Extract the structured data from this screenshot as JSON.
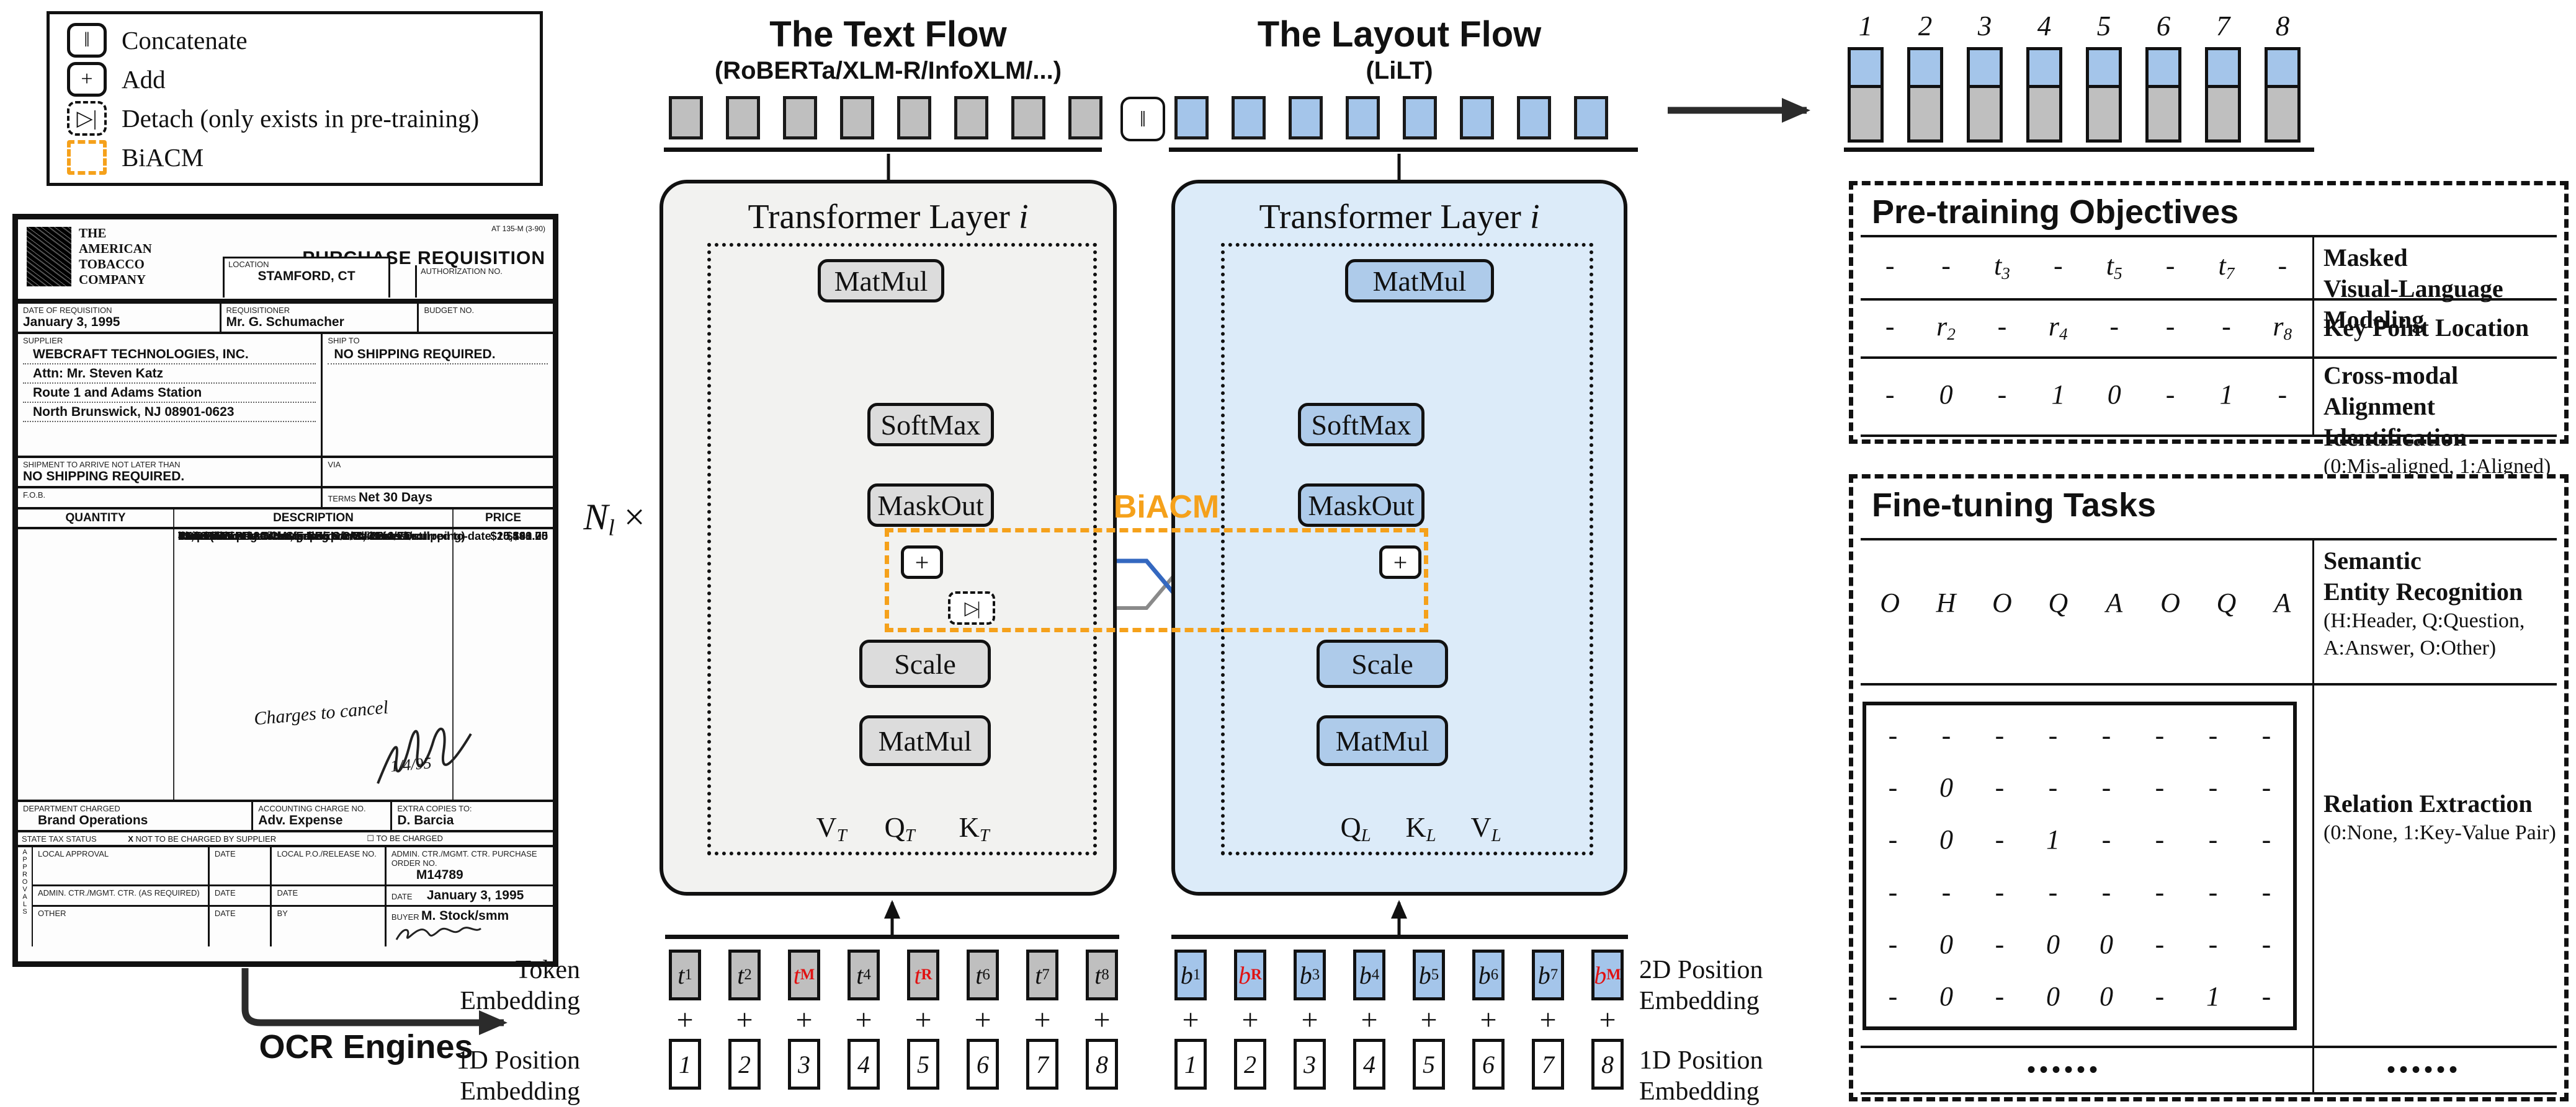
{
  "colors": {
    "orange_accent": "#f5a11b",
    "blue_line": "#3468c0",
    "gray_line": "#8a8a8a",
    "text_flow_bg": "#f2f2f0",
    "layout_flow_bg": "#dcebf9",
    "block_gray": "#dcdcdc",
    "block_blue": "#aecbea",
    "bar_gray": "#bfbfbf",
    "bar_blue": "#a4c5ea",
    "masked_red": "#e01212"
  },
  "legend": {
    "items": [
      {
        "icon": "concatenate-icon",
        "glyph": "‖",
        "label": "Concatenate"
      },
      {
        "icon": "add-icon",
        "glyph": "+",
        "label": "Add"
      },
      {
        "icon": "detach-icon",
        "glyph": "▷|",
        "label": "Detach (only exists in pre-training)"
      },
      {
        "icon": "biacm-icon",
        "glyph": "",
        "label": "BiACM"
      }
    ]
  },
  "flows": {
    "text": {
      "title": "The Text Flow",
      "subtitle": "(RoBERTa/XLM-R/InfoXLM/...)",
      "layer_label": "Transformer Layer ",
      "layer_index": "i",
      "blocks": {
        "matmul_top": "MatMul",
        "softmax": "SoftMax",
        "maskout": "MaskOut",
        "add": "+",
        "detach": "▷|",
        "scale": "Scale",
        "matmul_bottom": "MatMul"
      },
      "inputs": [
        {
          "b": "V",
          "s": "T"
        },
        {
          "b": "Q",
          "s": "T"
        },
        {
          "b": "K",
          "s": "T"
        }
      ]
    },
    "layout": {
      "title": "The Layout Flow",
      "subtitle": "(LiLT)",
      "layer_label": "Transformer Layer ",
      "layer_index": "i",
      "blocks": {
        "matmul_top": "MatMul",
        "softmax": "SoftMax",
        "maskout": "MaskOut",
        "add": "+",
        "scale": "Scale",
        "matmul_bottom": "MatMul"
      },
      "inputs": [
        {
          "b": "Q",
          "s": "L"
        },
        {
          "b": "K",
          "s": "L"
        },
        {
          "b": "V",
          "s": "L"
        }
      ]
    },
    "multiplier": {
      "base": "N",
      "sub": "l",
      "times": " ×"
    },
    "biacm_label": "BiACM",
    "concat_symbol": "‖"
  },
  "embeddings": {
    "plus": "+",
    "labels": {
      "token": [
        "Token",
        "Embedding"
      ],
      "pos1d_left": [
        "1D Position",
        "Embedding"
      ],
      "pos2d": [
        "2D Position",
        "Embedding"
      ],
      "pos1d_right": [
        "1D Position",
        "Embedding"
      ]
    },
    "text_tokens": [
      {
        "b": "t",
        "s": "1"
      },
      {
        "b": "t",
        "s": "2"
      },
      {
        "b": "t",
        "s": "M",
        "c": "red"
      },
      {
        "b": "t",
        "s": "4"
      },
      {
        "b": "t",
        "s": "R",
        "c": "red"
      },
      {
        "b": "t",
        "s": "6"
      },
      {
        "b": "t",
        "s": "7"
      },
      {
        "b": "t",
        "s": "8"
      }
    ],
    "layout_tokens": [
      {
        "b": "b",
        "s": "1"
      },
      {
        "b": "b",
        "s": "R",
        "c": "red"
      },
      {
        "b": "b",
        "s": "3"
      },
      {
        "b": "b",
        "s": "4"
      },
      {
        "b": "b",
        "s": "5"
      },
      {
        "b": "b",
        "s": "6"
      },
      {
        "b": "b",
        "s": "7"
      },
      {
        "b": "b",
        "s": "M",
        "c": "red"
      }
    ],
    "pos_1d": [
      "1",
      "2",
      "3",
      "4",
      "5",
      "6",
      "7",
      "8"
    ]
  },
  "output": {
    "indices": [
      "1",
      "2",
      "3",
      "4",
      "5",
      "6",
      "7",
      "8"
    ]
  },
  "ocr": {
    "label": "OCR Engines"
  },
  "pretraining": {
    "title": "Pre-training Objectives",
    "rows": [
      {
        "cells": [
          {
            "b": "-",
            "s": ""
          },
          {
            "b": "-",
            "s": ""
          },
          {
            "b": "t",
            "s": "3"
          },
          {
            "b": "-",
            "s": ""
          },
          {
            "b": "t",
            "s": "5"
          },
          {
            "b": "-",
            "s": ""
          },
          {
            "b": "t",
            "s": "7"
          },
          {
            "b": "-",
            "s": ""
          }
        ],
        "label_bold": [
          "Masked",
          "Visual-Language Modeling"
        ],
        "label_plain": []
      },
      {
        "cells": [
          {
            "b": "-",
            "s": ""
          },
          {
            "b": "r",
            "s": "2"
          },
          {
            "b": "-",
            "s": ""
          },
          {
            "b": "r",
            "s": "4"
          },
          {
            "b": "-",
            "s": ""
          },
          {
            "b": "-",
            "s": ""
          },
          {
            "b": "-",
            "s": ""
          },
          {
            "b": "r",
            "s": "8"
          }
        ],
        "label_bold": [
          "Key Point Location"
        ],
        "label_plain": []
      },
      {
        "cells": [
          {
            "b": "-",
            "s": ""
          },
          {
            "b": "0",
            "s": ""
          },
          {
            "b": "-",
            "s": ""
          },
          {
            "b": "1",
            "s": ""
          },
          {
            "b": "0",
            "s": ""
          },
          {
            "b": "-",
            "s": ""
          },
          {
            "b": "1",
            "s": ""
          },
          {
            "b": "-",
            "s": ""
          }
        ],
        "label_bold": [
          "Cross-modal",
          "Alignment Identification"
        ],
        "label_plain": [
          "(0:Mis-aligned, 1:Aligned)"
        ]
      }
    ]
  },
  "finetuning": {
    "title": "Fine-tuning Tasks",
    "ser": {
      "cells": [
        "O",
        "H",
        "O",
        "Q",
        "A",
        "O",
        "Q",
        "A"
      ],
      "label_bold": [
        "Semantic",
        "Entity Recognition"
      ],
      "label_plain": [
        "(H:Header, Q:Question,",
        "A:Answer, O:Other)"
      ]
    },
    "re": {
      "matrix": [
        [
          "-",
          "-",
          "-",
          "-",
          "-",
          "-",
          "-",
          "-"
        ],
        [
          "-",
          "0",
          "-",
          "-",
          "-",
          "-",
          "-",
          "-"
        ],
        [
          "-",
          "0",
          "-",
          "1",
          "-",
          "-",
          "-",
          "-"
        ],
        [
          "-",
          "-",
          "-",
          "-",
          "-",
          "-",
          "-",
          "-"
        ],
        [
          "-",
          "0",
          "-",
          "0",
          "0",
          "-",
          "-",
          "-"
        ],
        [
          "-",
          "0",
          "-",
          "0",
          "0",
          "-",
          "1",
          "-"
        ]
      ],
      "label_bold": [
        "Relation Extraction"
      ],
      "label_plain": [
        "(0:None, 1:Key-Value Pair)"
      ]
    },
    "dots_left": "••••••",
    "dots_right": "••••••"
  },
  "document": {
    "brand": [
      "THE",
      "AMERICAN",
      "TOBACCO",
      "COMPANY"
    ],
    "form_no": "AT 135-M (3-90)",
    "title": "PURCHASE REQUISITION",
    "location_label": "LOCATION",
    "location": "STAMFORD, CT",
    "auth_label": "AUTHORIZATION NO.",
    "date_label": "DATE OF REQUISITION",
    "date": "January 3, 1995",
    "req_label": "REQUISITIONER",
    "requisitioner": "Mr. G. Schumacher",
    "budget_label": "BUDGET NO.",
    "supplier_label": "SUPPLIER",
    "supplier_lines": [
      "WEBCRAFT TECHNOLOGIES, INC.",
      "Attn: Mr. Steven Katz",
      "Route 1 and Adams Station",
      "North Brunswick, NJ 08901-0623"
    ],
    "shipto_label": "SHIP TO",
    "shipto": "NO SHIPPING REQUIRED.",
    "arrive_label": "SHIPMENT TO ARRIVE NOT LATER THAN",
    "arrive": "NO SHIPPING REQUIRED.",
    "via_label": "VIA",
    "fob_label": "F.O.B.",
    "terms_label": "TERMS",
    "terms": "Net 30 Days",
    "qty_header": "QUANTITY",
    "desc_header": "DESCRIPTION",
    "price_header": "PRICE",
    "desc_lines": [
      {
        "d": "CARLTON \"Free Carton\" Direct Mail Piece",
        "p": ""
      },
      {
        "d": "This Purchase Order is to cover all costs incurred to-date",
        "p": ""
      },
      {
        "d": "listed below:",
        "p": ""
      },
      {
        "d": "42,000 lbs. of 80 lb. Sterling C/2/S - 36-1/2\" roll",
        "p": "$20,580.00"
      },
      {
        "d": "31,000 lbs. of 80 lb. Sterling C/2/S - 26-1/2\" roll",
        "p": "$15,190.00"
      },
      {
        "d": "Prep. (line negatives, paper prints, camera/stripping)",
        "p": "$431.25"
      },
      {
        "d": "Federal Express Charges",
        "p": "$48.75"
      },
      {
        "d": "ALL MATERIALS HAVE BEEN CANCELLED.",
        "p": ""
      }
    ],
    "handwriting": "Charges to cancel",
    "hand_date": "1/4/95",
    "dept_label": "DEPARTMENT CHARGED",
    "dept": "Brand Operations",
    "acct_label": "ACCOUNTING CHARGE NO.",
    "acct": "Adv. Expense",
    "copies_label": "EXTRA COPIES TO:",
    "copies": "D. Barcia",
    "tax_label": "STATE TAX STATUS",
    "tax_opt1": "NOT TO BE CHARGED BY SUPPLIER",
    "tax_opt2": "TO BE CHARGED",
    "approvals_vertical": "APPROVALS",
    "local_label": "LOCAL APPROVAL",
    "date_small": "DATE",
    "po_label": "LOCAL P.O./RELEASE NO.",
    "admin_po_label": "ADMIN. CTR./MGMT. CTR. PURCHASE ORDER NO.",
    "po_no": "M14789",
    "admin_label": "ADMIN. CTR./MGMT. CTR. (AS REQUIRED)",
    "other_label": "OTHER",
    "by_label": "BY",
    "buyer_label": "BUYER",
    "buyer": "M. Stock/smm"
  }
}
